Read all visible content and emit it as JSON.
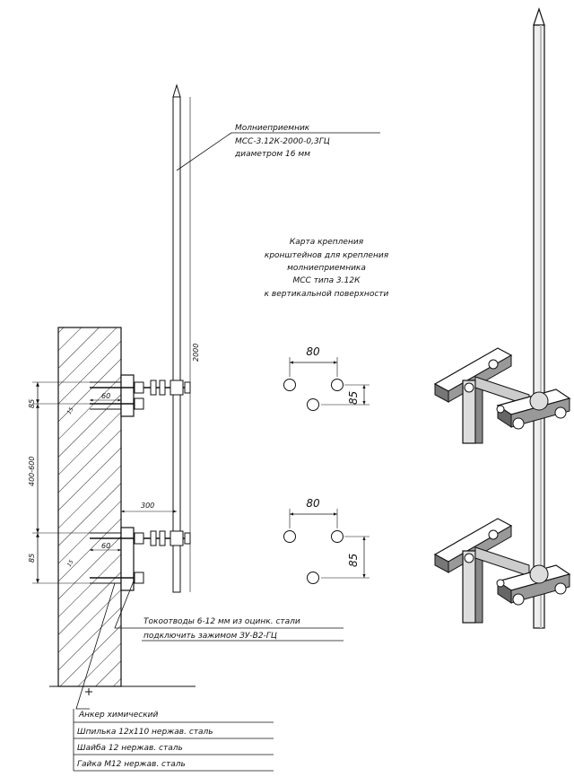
{
  "rod_label": {
    "line1": "Молниеприемник",
    "line2": "МСС-3.12К-2000-0,3ГЦ",
    "line3": "диаметром 16 мм"
  },
  "card_title": {
    "line1": "Карта крепления",
    "line2": "кронштейнов для крепления",
    "line3": "молниеприемника",
    "line4": "МСС типа 3.12К",
    "line5": "к вертикальной поверхности"
  },
  "holes_top": {
    "dx": "80",
    "dy": "85"
  },
  "holes_bottom": {
    "dx": "80",
    "dy": "85"
  },
  "dims": {
    "rod_length": "2000",
    "top_85": "85",
    "spacing": "400-600",
    "bottom_85": "85",
    "offset_300": "300",
    "bolt_60_top": "60",
    "bolt_60_bottom": "60",
    "anchor_15_top": "15",
    "anchor_15_bottom": "15"
  },
  "down_conductor": {
    "line1": "Токоотводы 6-12 мм из оцинк. стали",
    "line2": "подключить зажимом ЗУ-В2-ГЦ"
  },
  "legend": {
    "title": "Анкер химический",
    "row1": "Шпилька 12х110 нержав. сталь",
    "row2": "Шайба 12 нержав. сталь",
    "row3": "Гайка М12 нержав. сталь"
  }
}
